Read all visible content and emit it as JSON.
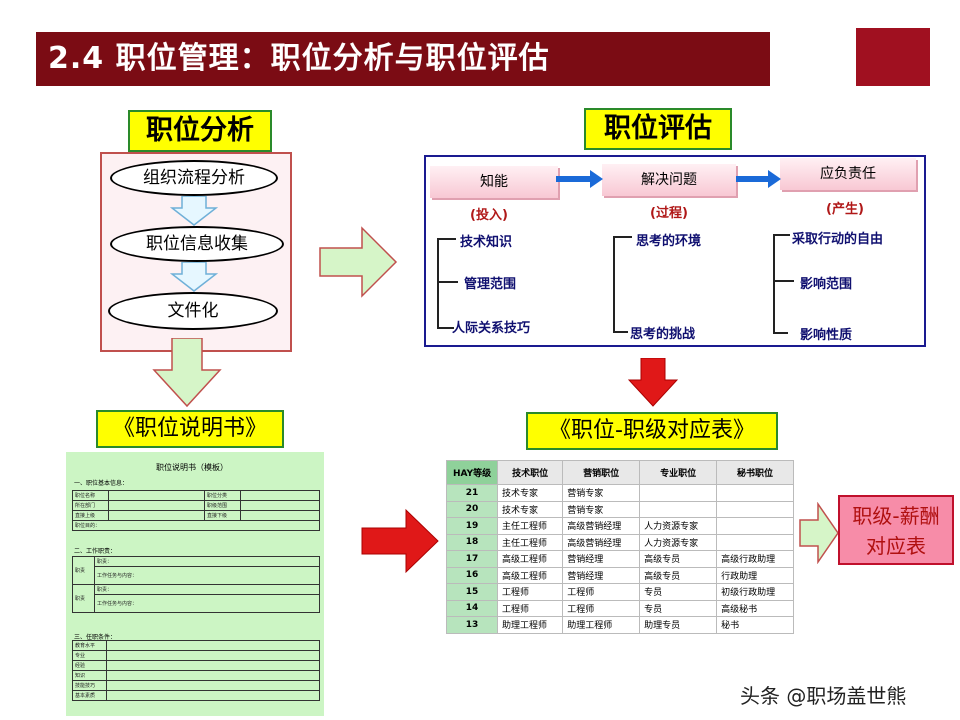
{
  "title": "2.4 职位管理：职位分析与职位评估",
  "analysis": {
    "heading": "职位分析",
    "steps": [
      "组织流程分析",
      "职位信息收集",
      "文件化"
    ]
  },
  "evaluation": {
    "heading": "职位评估",
    "stages": [
      {
        "name": "知能",
        "sub": "(投入)",
        "items": [
          "技术知识",
          "管理范围",
          "人际关系技巧"
        ]
      },
      {
        "name": "解决问题",
        "sub": "(过程)",
        "items": [
          "思考的环境",
          "思考的挑战"
        ]
      },
      {
        "name": "应负责任",
        "sub": "(产生)",
        "items": [
          "采取行动的自由",
          "影响范围",
          "影响性质"
        ]
      }
    ]
  },
  "job_description": {
    "heading": "《职位说明书》",
    "doc_title": "职位说明书（模板）",
    "sec1": "一、职位基本信息：",
    "basic_rows": [
      [
        "职位名称",
        "职位分类"
      ],
      [
        "所在部门",
        "职级范围"
      ],
      [
        "直接上级",
        "直接下级"
      ]
    ],
    "purpose": "职位目的：",
    "sec2": "二、工作职责：",
    "duty_side": [
      "职责",
      "职责"
    ],
    "duty_rows": [
      "职责：",
      "工作任务与内容："
    ],
    "sec3": "三、任职条件：",
    "cond_rows": [
      "教育水平",
      "专业",
      "经验",
      "知识",
      "技能技巧",
      "基本素质"
    ]
  },
  "grade_table": {
    "heading": "《职位-职级对应表》",
    "columns": [
      "HAY等级",
      "技术职位",
      "营销职位",
      "专业职位",
      "秘书职位"
    ],
    "rows": [
      [
        "21",
        "技术专家",
        "营销专家",
        "",
        ""
      ],
      [
        "20",
        "技术专家",
        "营销专家",
        "",
        ""
      ],
      [
        "19",
        "主任工程师",
        "高级营销经理",
        "人力资源专家",
        ""
      ],
      [
        "18",
        "主任工程师",
        "高级营销经理",
        "人力资源专家",
        ""
      ],
      [
        "17",
        "高级工程师",
        "营销经理",
        "高级专员",
        "高级行政助理"
      ],
      [
        "16",
        "高级工程师",
        "营销经理",
        "高级专员",
        "行政助理"
      ],
      [
        "15",
        "工程师",
        "工程师",
        "专员",
        "初级行政助理"
      ],
      [
        "14",
        "工程师",
        "工程师",
        "专员",
        "高级秘书"
      ],
      [
        "13",
        "助理工程师",
        "助理工程师",
        "助理专员",
        "秘书"
      ]
    ]
  },
  "salary_box": {
    "line1": "职级-薪酬",
    "line2": "对应表"
  },
  "watermark": "头条 @职场盖世熊",
  "colors": {
    "title_bg": "#7b0c14",
    "label_bg": "#ffff00",
    "arrow_green": "#d6f5c8",
    "arrow_red": "#e01818"
  }
}
